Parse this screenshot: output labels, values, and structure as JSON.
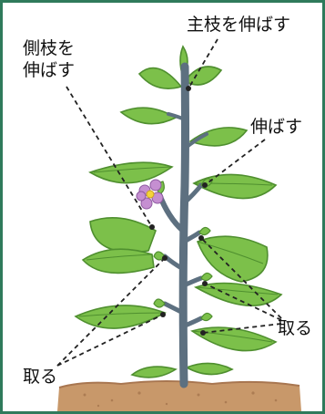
{
  "labels": {
    "main_stem": "主枝を伸ばす",
    "side_branch_line1": "側枝を",
    "side_branch_line2": "伸ばす",
    "extend": "伸ばす",
    "remove_right": "取る",
    "remove_left": "取る"
  },
  "colors": {
    "frame": "#2f7a5b",
    "leaf": "#7cc04a",
    "leaf_dark": "#4f8f2f",
    "stem": "#5d7080",
    "soil": "#c8986a",
    "flower": "#c58fd1",
    "flower_center": "#f4d43a",
    "dashed_line": "#222222"
  }
}
